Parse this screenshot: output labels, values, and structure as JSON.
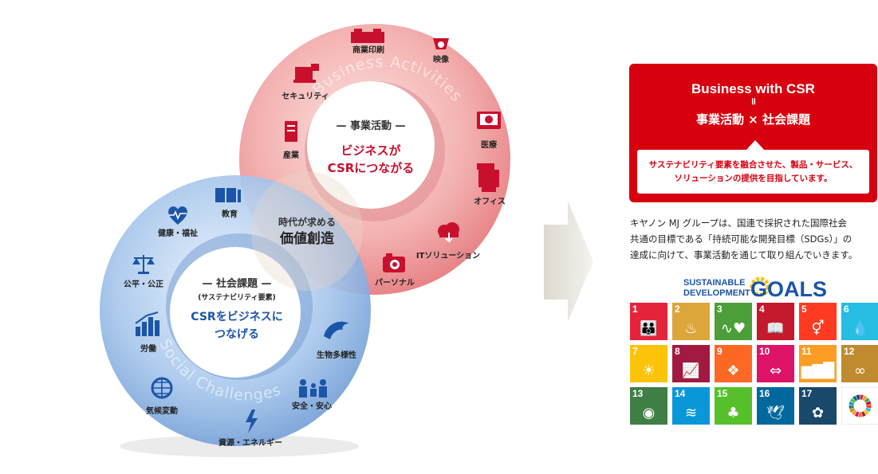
{
  "diagram": {
    "business_arc": "Business Activities",
    "social_arc": "Social Challenges",
    "business_center": {
      "title": "— 事業活動 —",
      "line1": "ビジネスが",
      "line2": "CSRにつながる"
    },
    "social_center": {
      "title": "— 社会課題 —",
      "subtitle": "(サステナビリティ要素)",
      "line1": "CSRをビジネスに",
      "line2": "つなげる"
    },
    "overlap": {
      "line1": "時代が求める",
      "line2": "価値創造"
    },
    "business_items": [
      "商業印刷",
      "映像",
      "セキュリティ",
      "医療",
      "産業",
      "オフィス",
      "ITソリューション",
      "パーソナル"
    ],
    "social_items": [
      "教育",
      "健康・福祉",
      "公平・公正",
      "労働",
      "生物多様性",
      "気候変動",
      "安全・安心",
      "資源・エネルギー"
    ],
    "colors": {
      "business": "#ec8a8c",
      "social": "#7ea9dd",
      "accent": "#c8102e",
      "blue_text": "#1a55a8"
    }
  },
  "csr_box": {
    "line1": "Business with CSR",
    "equals": "॥",
    "line2": "事業活動 × 社会課題",
    "sub1": "サステナビリティ要素を融合させた、製品・サービス、",
    "sub2": "ソリューションの提供を目指しています。",
    "color": "#d7000f"
  },
  "description": {
    "line1": "キヤノン MJ グループは、国連で採択された国際社会",
    "line2": "共通の目標である「持続可能な開発目標（SDGs）」の",
    "line3": "達成に向けて、事業活動を通じて取り組んでいきます。"
  },
  "sdg_logo": {
    "line1": "SUSTAINABLE",
    "line2": "DEVELOPMENT",
    "goals": "GOALS"
  },
  "sdgs": [
    {
      "n": "1",
      "color": "#e5243b",
      "icon": "people-icon",
      "glyph": "👪"
    },
    {
      "n": "2",
      "color": "#dda63a",
      "icon": "bowl-icon",
      "glyph": "♨"
    },
    {
      "n": "3",
      "color": "#4c9f38",
      "icon": "heartbeat-icon",
      "glyph": "∿♥"
    },
    {
      "n": "4",
      "color": "#c5192d",
      "icon": "book-icon",
      "glyph": "📖"
    },
    {
      "n": "5",
      "color": "#ff3a21",
      "icon": "gender-icon",
      "glyph": "⚥"
    },
    {
      "n": "6",
      "color": "#26bde2",
      "icon": "water-icon",
      "glyph": "💧"
    },
    {
      "n": "7",
      "color": "#fcc30b",
      "icon": "sun-icon",
      "glyph": "☀"
    },
    {
      "n": "8",
      "color": "#a21942",
      "icon": "growth-icon",
      "glyph": "📈"
    },
    {
      "n": "9",
      "color": "#fd6925",
      "icon": "cubes-icon",
      "glyph": "❖"
    },
    {
      "n": "10",
      "color": "#dd1367",
      "icon": "equality-icon",
      "glyph": "⇔"
    },
    {
      "n": "11",
      "color": "#fd9d24",
      "icon": "city-icon",
      "glyph": "▆▇█"
    },
    {
      "n": "12",
      "color": "#bf8b2e",
      "icon": "infinity-icon",
      "glyph": "∞"
    },
    {
      "n": "13",
      "color": "#3f7e44",
      "icon": "eye-icon",
      "glyph": "◉"
    },
    {
      "n": "14",
      "color": "#0a97d9",
      "icon": "fish-icon",
      "glyph": "≋"
    },
    {
      "n": "15",
      "color": "#56c02b",
      "icon": "tree-icon",
      "glyph": "♣"
    },
    {
      "n": "16",
      "color": "#00689d",
      "icon": "dove-icon",
      "glyph": "🕊"
    },
    {
      "n": "17",
      "color": "#19486a",
      "icon": "flower-icon",
      "glyph": "✿"
    },
    {
      "n": "",
      "color": "#ffffff",
      "icon": "sdg-wheel-icon",
      "glyph": ""
    }
  ]
}
